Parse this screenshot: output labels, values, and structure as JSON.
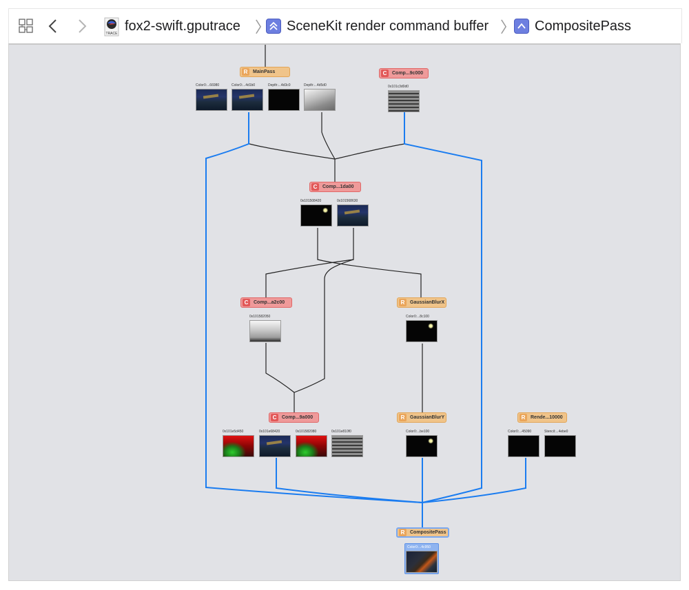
{
  "toolbar": {
    "grid_icon": "grid-view-icon",
    "back_icon": "chevron-left-icon",
    "forward_icon": "chevron-right-icon",
    "breadcrumbs": [
      {
        "label": "fox2-swift.gputrace",
        "icon": "gputrace-file-icon",
        "icon_caption": "TRACE"
      },
      {
        "label": "SceneKit render command buffer",
        "icon": "double-chevron-up-icon"
      },
      {
        "label": "CompositePass",
        "icon": "chevron-up-icon"
      }
    ],
    "separator": "〉"
  },
  "colors": {
    "render_pass": "#f0c48a",
    "compute_pass": "#ef9a9a",
    "blue_edge": "#1a7cf0",
    "black_edge": "#222222",
    "canvas_bg": "#e1e2e6"
  },
  "graph": {
    "nodes": [
      {
        "id": "mainpass",
        "type": "render",
        "badge": "R",
        "label": "MainPass",
        "textures": [
          "Color0:...66980",
          "Color0:...4d1b0",
          "Depth:...4d3c0",
          "Depth:...4d5d0"
        ]
      },
      {
        "id": "comp9c000",
        "type": "compute",
        "badge": "C",
        "label": "Comp...9c000",
        "textures": [
          "0x101c3d0d0"
        ]
      },
      {
        "id": "comp1da00",
        "type": "compute",
        "badge": "C",
        "label": "Comp...1da00",
        "textures": [
          "0x101508420",
          "0x101568630"
        ]
      },
      {
        "id": "compa2c00",
        "type": "compute",
        "badge": "C",
        "label": "Comp...a2c00",
        "textures": [
          "0x101582050"
        ]
      },
      {
        "id": "gaussx",
        "type": "render",
        "badge": "R",
        "label": "GaussianBlurX",
        "textures": [
          "Color0:...8c100"
        ]
      },
      {
        "id": "comp9a000",
        "type": "compute",
        "badge": "C",
        "label": "Comp...9a000",
        "textures": [
          "0x101e5d450",
          "0x101e68420",
          "0x101582080",
          "0x101e810f0"
        ]
      },
      {
        "id": "gaussy",
        "type": "render",
        "badge": "R",
        "label": "GaussianBlurY",
        "textures": [
          "Color0:...be100"
        ]
      },
      {
        "id": "rende10000",
        "type": "render",
        "badge": "R",
        "label": "Rende...10000",
        "textures": [
          "Color0:...45090",
          "Stencil:...4ebe0"
        ]
      },
      {
        "id": "compositepass",
        "type": "render",
        "badge": "R",
        "label": "CompositePass",
        "selected": true,
        "textures": [
          "Color0:...4c950"
        ]
      }
    ]
  }
}
